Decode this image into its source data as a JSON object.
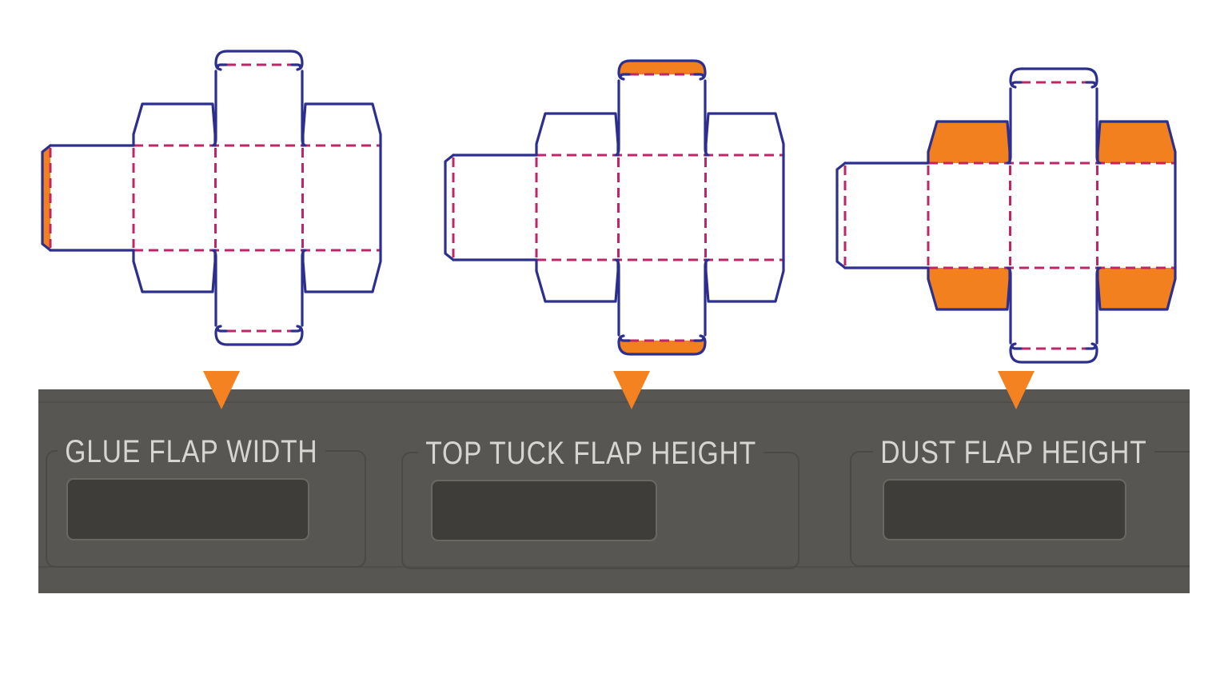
{
  "panel": {
    "groups": [
      {
        "label": "GLUE FLAP WIDTH",
        "input_value": ""
      },
      {
        "label": "TOP TUCK FLAP HEIGHT",
        "input_value": ""
      },
      {
        "label": "DUST FLAP HEIGHT",
        "input_value": ""
      }
    ]
  },
  "dielines": [
    {
      "highlighted_part": "glue-flap"
    },
    {
      "highlighted_part": "top-and-bottom-tuck-flaps"
    },
    {
      "highlighted_part": "dust-flaps"
    }
  ],
  "colors": {
    "cut_line": "#2d2f8f",
    "fold_line": "#c02667",
    "highlight": "#f2801e",
    "arrow": "#f58220",
    "page_bg": "#ffffff",
    "panel_bg": "#585653",
    "panel_seam": "#4c4a47",
    "group_border": "#4b4946",
    "label_text": "#d7d5d3",
    "input_bg": "#3f3d3a",
    "input_border": "#6b6864"
  }
}
